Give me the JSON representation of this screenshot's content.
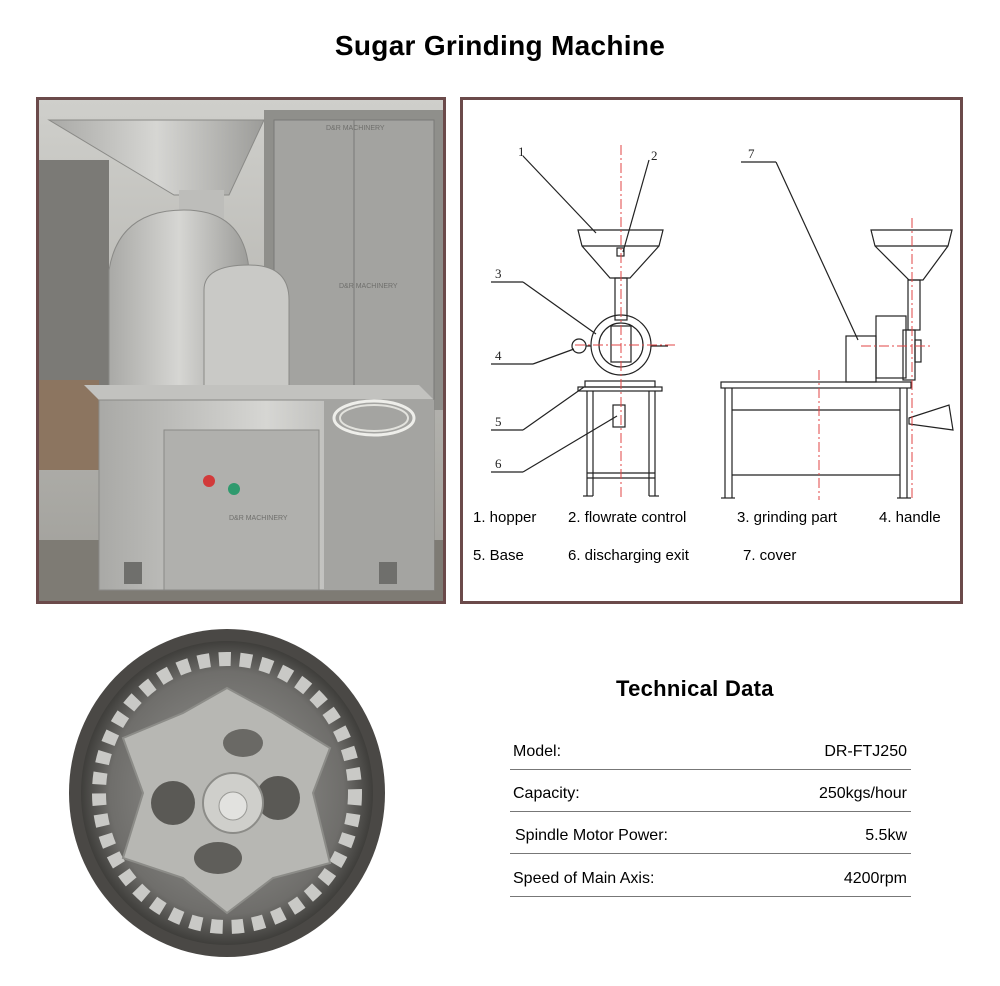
{
  "page_title": "Sugar Grinding Machine",
  "legend": {
    "items": [
      "1. hopper",
      "2. flowrate control",
      "3.  grinding part",
      "4. handle",
      "5. Base",
      "6. discharging exit",
      "7. cover"
    ]
  },
  "diagram": {
    "callouts": [
      "1",
      "2",
      "3",
      "4",
      "5",
      "6",
      "7"
    ]
  },
  "photo": {
    "panel_labels": [
      "D&R MACHINERY",
      "D&R MACHINERY",
      "D&R MACHINERY"
    ]
  },
  "technical_data": {
    "title": "Technical Data",
    "rows": [
      {
        "label": "Model:",
        "value": "DR-FTJ250"
      },
      {
        "label": "Capacity:",
        "value": "250kgs/hour"
      },
      {
        "label": "Spindle Motor Power:",
        "value": "5.5kw"
      },
      {
        "label": "Speed of Main Axis:",
        "value": "4200rpm"
      }
    ]
  },
  "colors": {
    "frame_border": "#6b4a4a",
    "steel": "#b9b9b6",
    "red_button": "#d23a3a",
    "green_button": "#2f9a6e"
  }
}
